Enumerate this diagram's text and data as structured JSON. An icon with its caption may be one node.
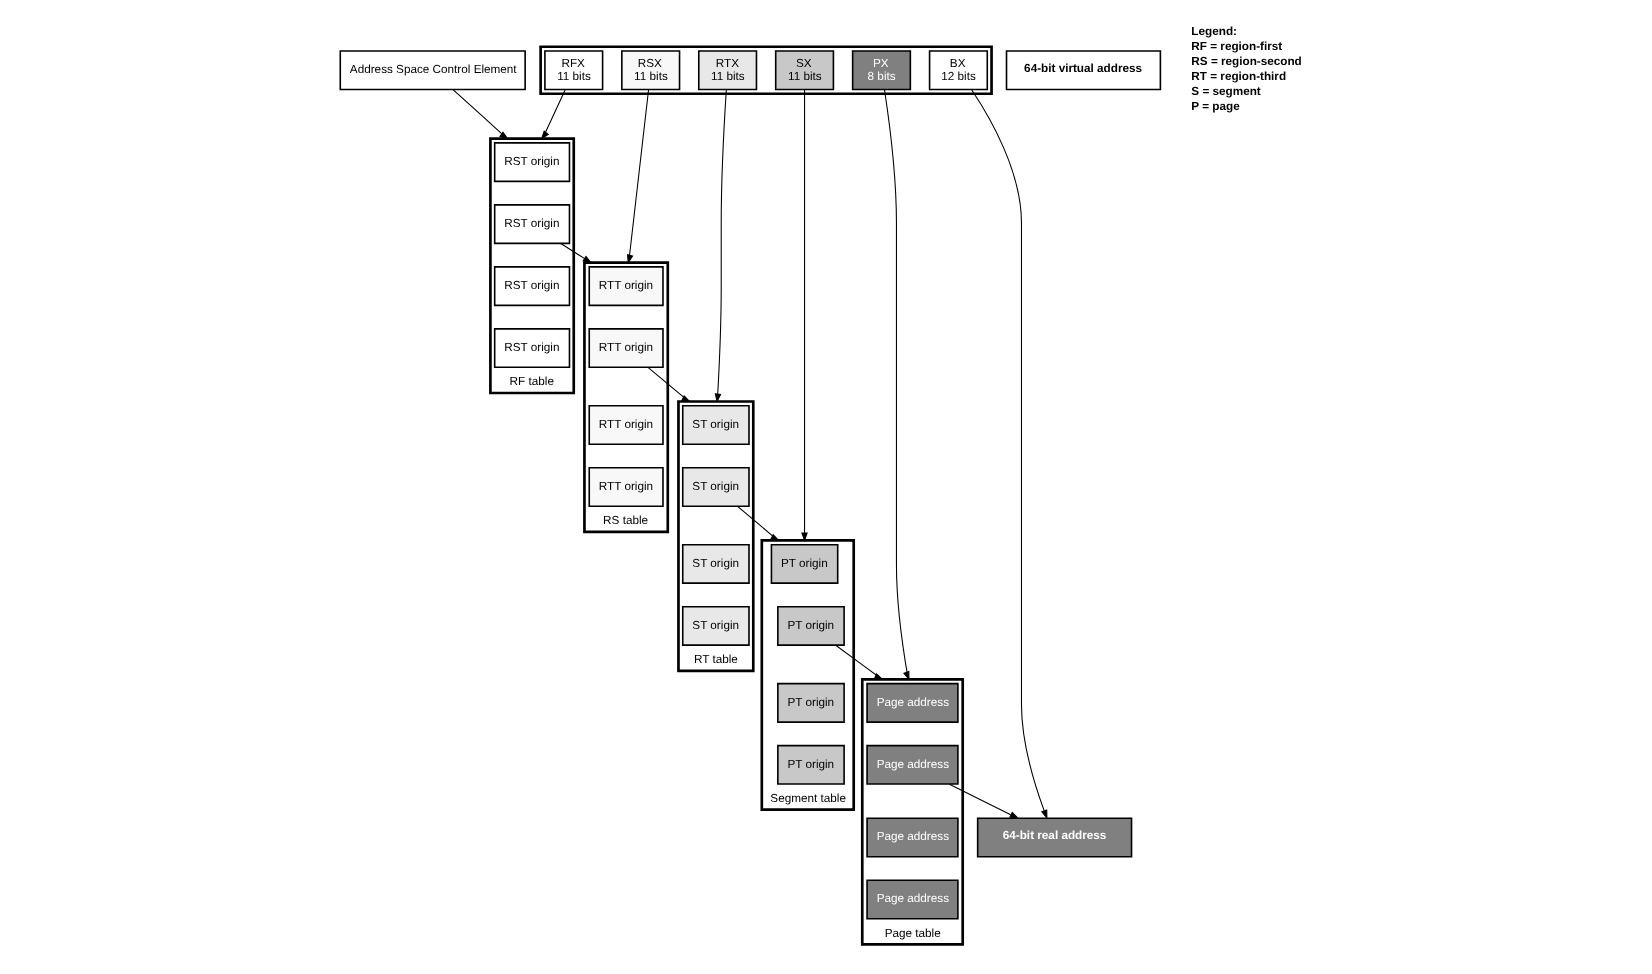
{
  "diagram": {
    "nodes": [
      {
        "text": [
          "Address Space Control Element"
        ]
      },
      {
        "text": [],
        "shape": "box"
      },
      {
        "text": [
          "RFX",
          "11 bits"
        ],
        "in": 1
      },
      {
        "text": [
          "RSX",
          "11 bits"
        ],
        "in": 1
      },
      {
        "text": [
          "RTX",
          "11 bits"
        ],
        "in": 1
      },
      {
        "text": [
          "SX",
          "11 bits"
        ],
        "in": 1
      },
      {
        "text": [
          "PX",
          "8 bits"
        ],
        "in": 1
      },
      {
        "text": [
          "BX",
          "12 bits"
        ],
        "in": 1
      },
      {
        "text": [
          "64-bit virtual address"
        ]
      },
      {
        "text": [
          "RF table"
        ]
      },
      {
        "text": [
          "RST origin"
        ],
        "in": 9
      },
      {
        "text": [
          "RST origin"
        ],
        "in": 9
      },
      {
        "text": [
          "RST origin"
        ],
        "in": 9
      },
      {
        "text": [
          "RST origin"
        ],
        "in": 9
      },
      {
        "text": [
          "RS table"
        ]
      },
      {
        "text": [
          "RTT origin"
        ],
        "in": 14
      },
      {
        "text": [
          "RTT origin"
        ],
        "in": 14
      },
      {
        "text": [
          "RTT origin"
        ],
        "in": 14
      },
      {
        "text": [
          "RTT origin"
        ],
        "in": 14
      },
      {
        "text": [
          "RT table"
        ]
      },
      {
        "text": [
          "ST origin"
        ],
        "in": 19
      },
      {
        "text": [
          "ST origin"
        ],
        "in": 19
      },
      {
        "text": [
          "ST origin"
        ],
        "in": 19
      },
      {
        "text": [
          "ST origin"
        ],
        "in": 19
      },
      {
        "text": [
          "Segment table"
        ]
      },
      {
        "text": [
          "PT origin"
        ],
        "in": 24
      },
      {
        "text": [
          "PT origin"
        ],
        "in": 24
      },
      {
        "text": [
          "PT origin"
        ],
        "in": 24
      },
      {
        "text": [
          "PT origin"
        ],
        "in": 24
      },
      {
        "text": [
          "Page table"
        ]
      },
      {
        "text": [
          "Page address"
        ],
        "in": 29
      },
      {
        "text": [
          "Page address"
        ],
        "in": 29
      },
      {
        "text": [
          "Page address"
        ],
        "in": 29
      },
      {
        "text": [
          "Page address"
        ],
        "in": 29
      },
      {
        "text": [
          "64-bit real address"
        ]
      }
    ],
    "edges": [
      {
        "from": 0,
        "to": 9,
        "arrow": "to"
      },
      {
        "from": 2,
        "to": 9,
        "arrow": "to"
      },
      {
        "from": 11,
        "to": 14,
        "arrow": "to"
      },
      {
        "from": 3,
        "to": 14,
        "arrow": "to"
      },
      {
        "from": 16,
        "to": 19,
        "arrow": "to"
      },
      {
        "from": 4,
        "to": 19,
        "arrow": "to"
      },
      {
        "from": 21,
        "to": 24,
        "arrow": "to"
      },
      {
        "from": 5,
        "to": 24,
        "arrow": "to"
      },
      {
        "from": 26,
        "to": 29,
        "arrow": "to"
      },
      {
        "from": 6,
        "to": 29,
        "arrow": "to"
      },
      {
        "from": 31,
        "to": 34,
        "arrow": "to"
      },
      {
        "from": 7,
        "to": 34,
        "arrow": "to"
      }
    ],
    "labels": [
      "Legend:",
      "RF = region-first",
      "RS = region-second",
      "RT = region-third",
      "S = segment",
      "P = page"
    ]
  }
}
